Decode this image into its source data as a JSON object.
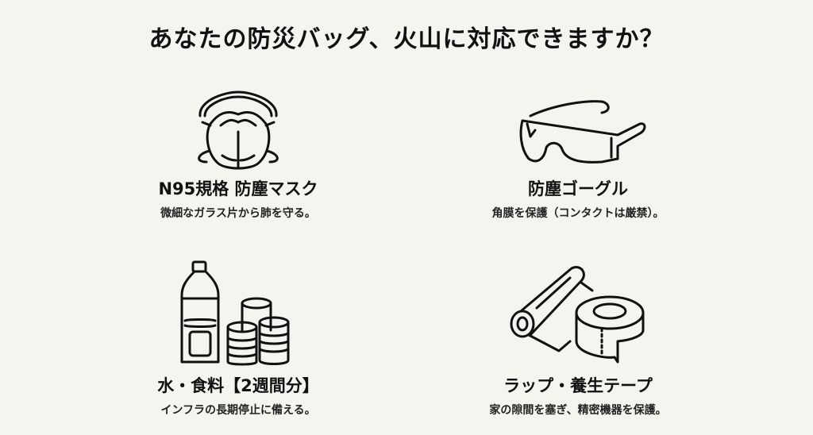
{
  "title": "あなたの防災バッグ、火山に対応できますか？",
  "items": [
    {
      "icon": "n95-mask-icon",
      "name": "N95規格 防塵マスク",
      "desc": "微細なガラス片から肺を守る。"
    },
    {
      "icon": "safety-goggles-icon",
      "name": "防塵ゴーグル",
      "desc": "角膜を保護（コンタクトは厳禁）。"
    },
    {
      "icon": "water-and-cans-icon",
      "name": "水・食料【2週間分】",
      "desc": "インフラの長期停止に備える。"
    },
    {
      "icon": "wrap-and-tape-icon",
      "name": "ラップ・養生テープ",
      "desc": "家の隙間を塞ぎ、精密機器を保護。"
    }
  ]
}
